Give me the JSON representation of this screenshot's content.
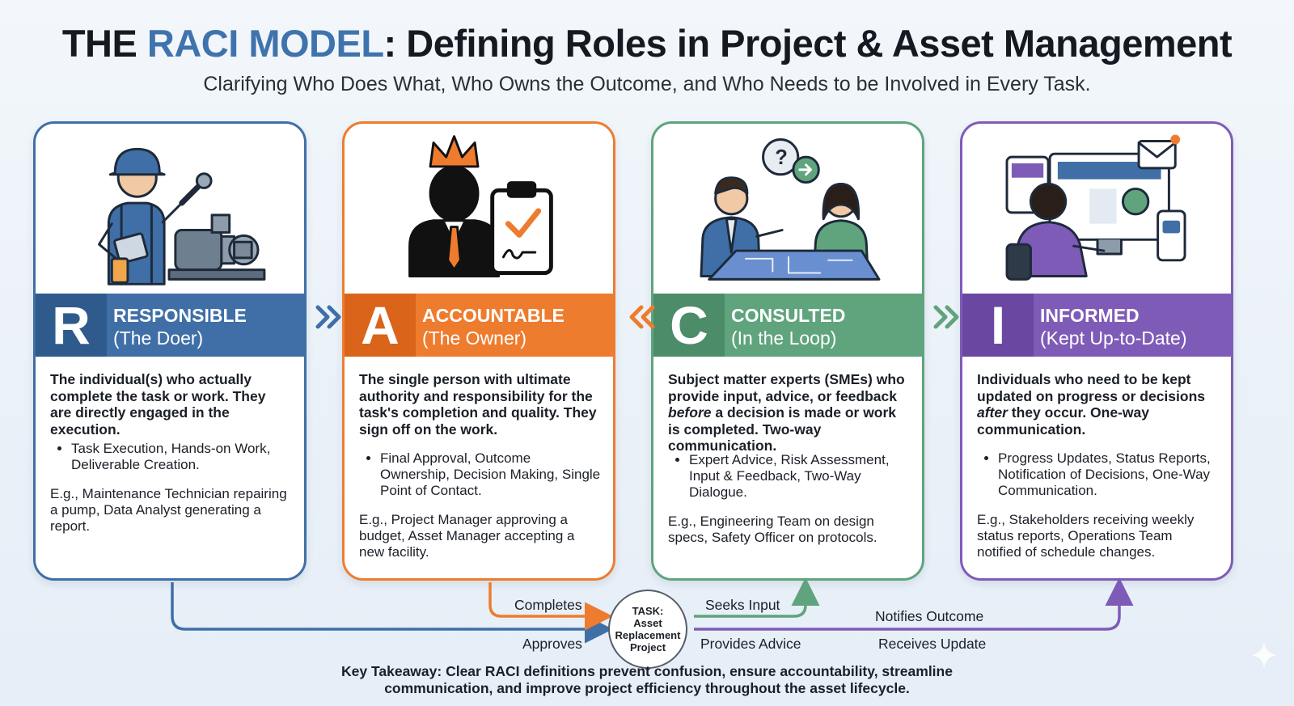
{
  "header": {
    "title_prefix": "THE ",
    "title_highlight": "RACI MODEL",
    "title_suffix": ": Defining Roles in Project & Asset Management",
    "subtitle": "Clarifying Who Does What, Who Owns the Outcome, and Who Needs to be Involved in Every Task."
  },
  "colors": {
    "responsible": "#3f6fa6",
    "accountable": "#ee7c2e",
    "consulted": "#5fa47d",
    "informed": "#7f5bb8"
  },
  "roles": [
    {
      "letter": "R",
      "name": "RESPONSIBLE",
      "subtitle": "(The Doer)",
      "illustration": "technician-with-pump-icon",
      "description": "The individual(s) who actually complete the task or work. They are directly engaged in the execution.",
      "bullets": [
        "Task Execution, Hands-on Work, Deliverable Creation."
      ],
      "example": "E.g., Maintenance Technician repairing a pump, Data Analyst generating a report."
    },
    {
      "letter": "A",
      "name": "ACCOUNTABLE",
      "subtitle": "(The Owner)",
      "illustration": "crowned-manager-with-clipboard-icon",
      "description": "The single person with ultimate authority and responsibility for the task's completion and quality. They sign off on the work.",
      "bullets": [
        "Final Approval, Outcome Ownership, Decision Making, Single Point of Contact."
      ],
      "example": "E.g., Project Manager approving a budget, Asset Manager accepting a new facility."
    },
    {
      "letter": "C",
      "name": "CONSULTED",
      "subtitle": "(In the Loop)",
      "illustration": "experts-discussing-blueprint-icon",
      "description_before": "Subject matter experts (SMEs) who provide input, advice, or feedback ",
      "description_em": "before",
      "description_after": " a decision is made or work is completed. Two-way communication.",
      "bullets": [
        "Expert Advice, Risk Assessment, Input & Feedback, Two-Way Dialogue."
      ],
      "example": "E.g., Engineering Team on design specs, Safety Officer on protocols."
    },
    {
      "letter": "I",
      "name": "INFORMED",
      "subtitle": "(Kept Up-to-Date)",
      "illustration": "person-at-monitor-with-notifications-icon",
      "description_before": "Individuals who need to be kept updated on progress or decisions ",
      "description_em": "after",
      "description_after": " they occur. One-way communication.",
      "bullets": [
        "Progress Updates, Status Reports, Notification of Decisions, One-Way Communication."
      ],
      "example": "E.g., Stakeholders receiving weekly status reports, Operations Team notified of schedule changes."
    }
  ],
  "flow": {
    "task_line1": "TASK:",
    "task_line2": "Asset",
    "task_line3": "Replacement",
    "task_line4": "Project",
    "completes": "Completes",
    "approves": "Approves",
    "seeks_input": "Seeks Input",
    "provides_advice": "Provides Advice",
    "notifies_outcome": "Notifies Outcome",
    "receives_update": "Receives Update"
  },
  "takeaway": {
    "line1": "Key Takeaway: Clear RACI definitions prevent confusion, ensure accountability, streamline",
    "line2": "communication, and improve project efficiency throughout the asset lifecycle."
  }
}
